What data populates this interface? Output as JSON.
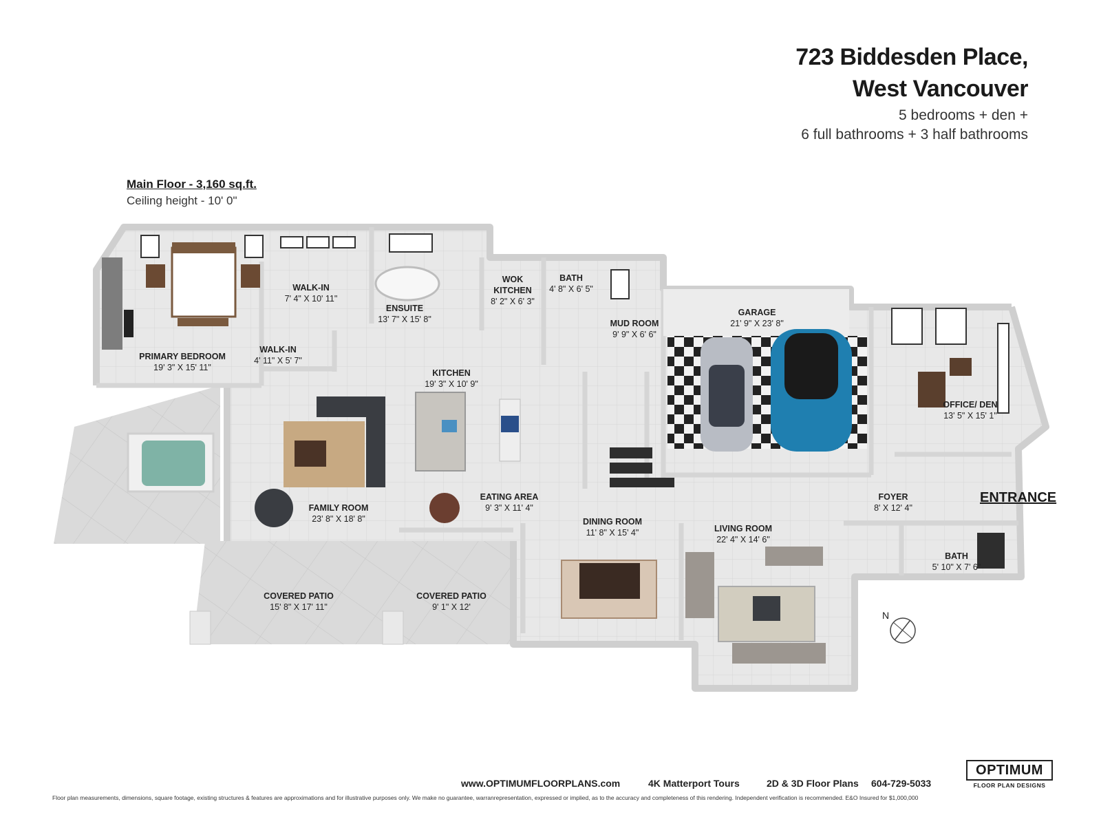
{
  "header": {
    "address_line1": "723 Biddesden Place,",
    "address_line2": "West Vancouver",
    "summary_line1": "5 bedrooms + den +",
    "summary_line2": "6 full bathrooms + 3 half bathrooms"
  },
  "floor": {
    "name": "Main Floor - 3,160 sq.ft.",
    "ceiling": "Ceiling height - 10' 0\""
  },
  "rooms": [
    {
      "name": "PRIMARY BEDROOM",
      "dims": "19' 3\" X 15' 11\""
    },
    {
      "name": "WALK-IN",
      "dims": "7' 4\" X 10' 11\""
    },
    {
      "name": "ENSUITE",
      "dims": "13' 7\" X 15' 8\""
    },
    {
      "name": "WOK KITCHEN",
      "dims": "8' 2\" X 6' 3\""
    },
    {
      "name": "BATH",
      "dims": "4' 8\" X 6' 5\""
    },
    {
      "name": "MUD ROOM",
      "dims": "9' 9\" X 6' 6\""
    },
    {
      "name": "GARAGE",
      "dims": "21' 9\" X 23' 8\""
    },
    {
      "name": "WALK-IN",
      "dims": "4' 11\" X 5' 7\""
    },
    {
      "name": "KITCHEN",
      "dims": "19' 3\" X 10' 9\""
    },
    {
      "name": "OFFICE/ DEN",
      "dims": "13' 5\" X 15' 1\""
    },
    {
      "name": "FAMILY ROOM",
      "dims": "23' 8\" X 18' 8\""
    },
    {
      "name": "EATING AREA",
      "dims": "9' 3\" X 11' 4\""
    },
    {
      "name": "DINING ROOM",
      "dims": "11' 8\" X 15' 4\""
    },
    {
      "name": "LIVING ROOM",
      "dims": "22' 4\" X 14' 6\""
    },
    {
      "name": "FOYER",
      "dims": "8' X 12' 4\""
    },
    {
      "name": "BATH",
      "dims": "5' 10\" X 7' 6\""
    },
    {
      "name": "COVERED PATIO",
      "dims": "15' 8\" X 17' 11\""
    },
    {
      "name": "COVERED PATIO",
      "dims": "9' 1\" X 12'"
    }
  ],
  "entrance_label": "ENTRANCE",
  "north_label": "N",
  "footer": {
    "website": "www.OPTIMUMFLOORPLANS.com",
    "service1": "4K Matterport Tours",
    "service2": "2D & 3D Floor Plans",
    "phone": "604-729-5033",
    "logo_main": "OPTIMUM",
    "logo_sub": "FLOOR PLAN DESIGNS",
    "disclaimer": "Floor plan measurements, dimensions, square footage, existing structures & features are approximations and for illustrative purposes only. We make no guarantee, warranrepresentation, expressed or implied, as to the accuracy and completeness of this rendering. Independent verification is recommended. E&O Insured for $1,000,000"
  },
  "colors": {
    "floor_tile": "#e7e7e7",
    "wall": "#f4f4f4",
    "wall_shadow": "#c9c9c9",
    "patio": "#d9d9d9",
    "garage_check_dark": "#222222",
    "garage_check_light": "#f2f2f2",
    "car_blue": "#1f7fb0",
    "car_dark": "#3a3f4a",
    "rug": "#b59a7a",
    "wood": "#6b4a33",
    "sofa_dark": "#3a3d42"
  }
}
